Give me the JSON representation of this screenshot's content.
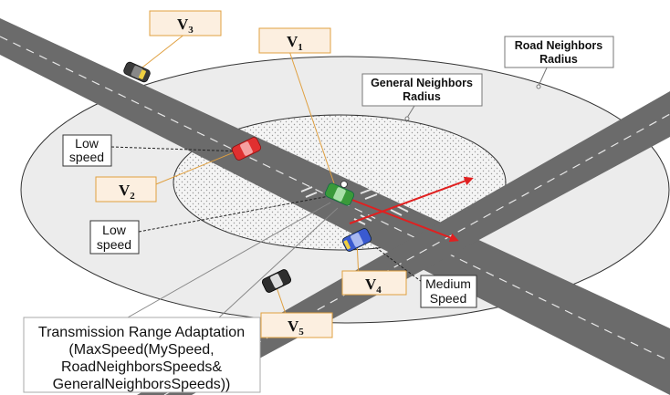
{
  "callouts": {
    "road_neighbors_radius": [
      "Road Neighbors",
      "Radius"
    ],
    "general_neighbors_radius": [
      "General Neighbors",
      "Radius"
    ]
  },
  "vehicles": [
    {
      "id": "v1",
      "letter": "V",
      "sub": "1",
      "color": "#3a9a3a"
    },
    {
      "id": "v2",
      "letter": "V",
      "sub": "2",
      "color": "#e03030"
    },
    {
      "id": "v3",
      "letter": "V",
      "sub": "3",
      "color": "#3a3a3a"
    },
    {
      "id": "v4",
      "letter": "V",
      "sub": "4",
      "color": "#3a5ad0"
    },
    {
      "id": "v5",
      "letter": "V",
      "sub": "5",
      "color": "#2e2e2e"
    }
  ],
  "speed_notes": {
    "v2_speed": [
      "Low",
      "speed"
    ],
    "v1_left_speed": [
      "Low",
      "speed"
    ],
    "v4_speed": [
      "Medium",
      "Speed"
    ]
  },
  "transmission_box": [
    "Transmission Range Adaptation",
    "(MaxSpeed(MySpeed,",
    "RoadNeighborsSpeeds&",
    "GeneralNeighborsSpeeds))"
  ],
  "colors": {
    "road": "#6b6b6b",
    "outer_ellipse": "#ededed",
    "inner_ellipse": "#f7f7f7",
    "arrow": "#e02020",
    "label_fill": "#fcefe0",
    "label_border": "#e0a040"
  }
}
